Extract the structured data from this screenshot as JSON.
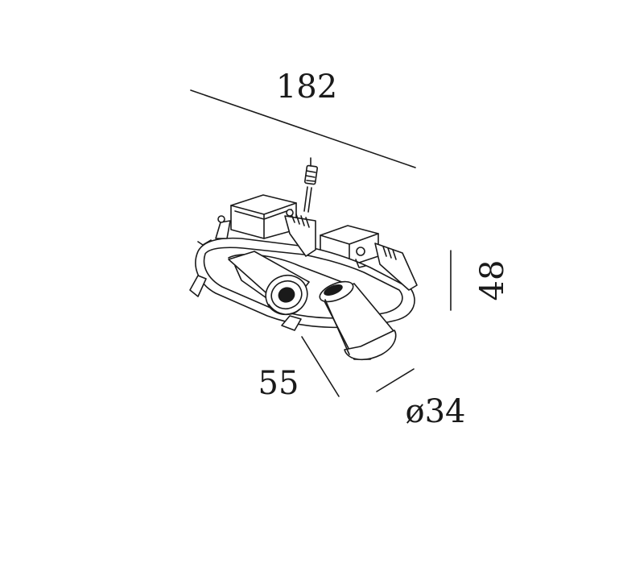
{
  "dimensions": {
    "width_label": "182",
    "height_label": "48",
    "depth_label": "55",
    "diameter_label": "ø34"
  },
  "colors": {
    "line": "#1a1a1a",
    "background": "#ffffff"
  }
}
